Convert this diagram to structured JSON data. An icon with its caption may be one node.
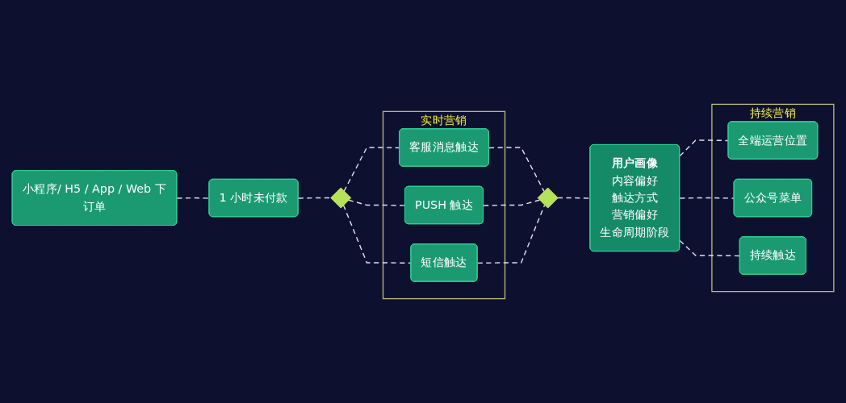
{
  "diagram": {
    "nodes": [
      {
        "text": [
          "小程序/ H5 / App / Web 下订单"
        ]
      },
      {
        "text": [
          "1 小时未付款"
        ]
      },
      {
        "text": [],
        "shape": "diamond"
      },
      {
        "text": [
          "实时营销"
        ]
      },
      {
        "text": [
          "客服消息触达"
        ],
        "in": 3
      },
      {
        "text": [
          "PUSH 触达"
        ],
        "in": 3
      },
      {
        "text": [
          "短信触达"
        ],
        "in": 3
      },
      {
        "text": [],
        "shape": "diamond"
      },
      {
        "text": [
          "用户画像",
          "内容偏好",
          "触达方式",
          "营销偏好",
          "生命周期阶段"
        ]
      },
      {
        "text": [
          "持续营销"
        ]
      },
      {
        "text": [
          "全端运营位置"
        ],
        "in": 9
      },
      {
        "text": [
          "公众号菜单"
        ],
        "in": 9
      },
      {
        "text": [
          "持续触达"
        ],
        "in": 9
      }
    ],
    "edges": [
      {
        "from": 0,
        "to": 1,
        "arrow": "none",
        "style": "dashed"
      },
      {
        "from": 1,
        "to": 2,
        "arrow": "none",
        "style": "dashed"
      },
      {
        "from": 2,
        "to": 4,
        "arrow": "none",
        "style": "dashed"
      },
      {
        "from": 2,
        "to": 5,
        "arrow": "none",
        "style": "dashed"
      },
      {
        "from": 2,
        "to": 6,
        "arrow": "none",
        "style": "dashed"
      },
      {
        "from": 4,
        "to": 7,
        "arrow": "none",
        "style": "dashed"
      },
      {
        "from": 5,
        "to": 7,
        "arrow": "none",
        "style": "dashed"
      },
      {
        "from": 6,
        "to": 7,
        "arrow": "none",
        "style": "dashed"
      },
      {
        "from": 7,
        "to": 8,
        "arrow": "none",
        "style": "dashed"
      },
      {
        "from": 8,
        "to": 10,
        "arrow": "none",
        "style": "dashed"
      },
      {
        "from": 8,
        "to": 11,
        "arrow": "none",
        "style": "dashed"
      },
      {
        "from": 8,
        "to": 12,
        "arrow": "none",
        "style": "dashed"
      }
    ]
  }
}
